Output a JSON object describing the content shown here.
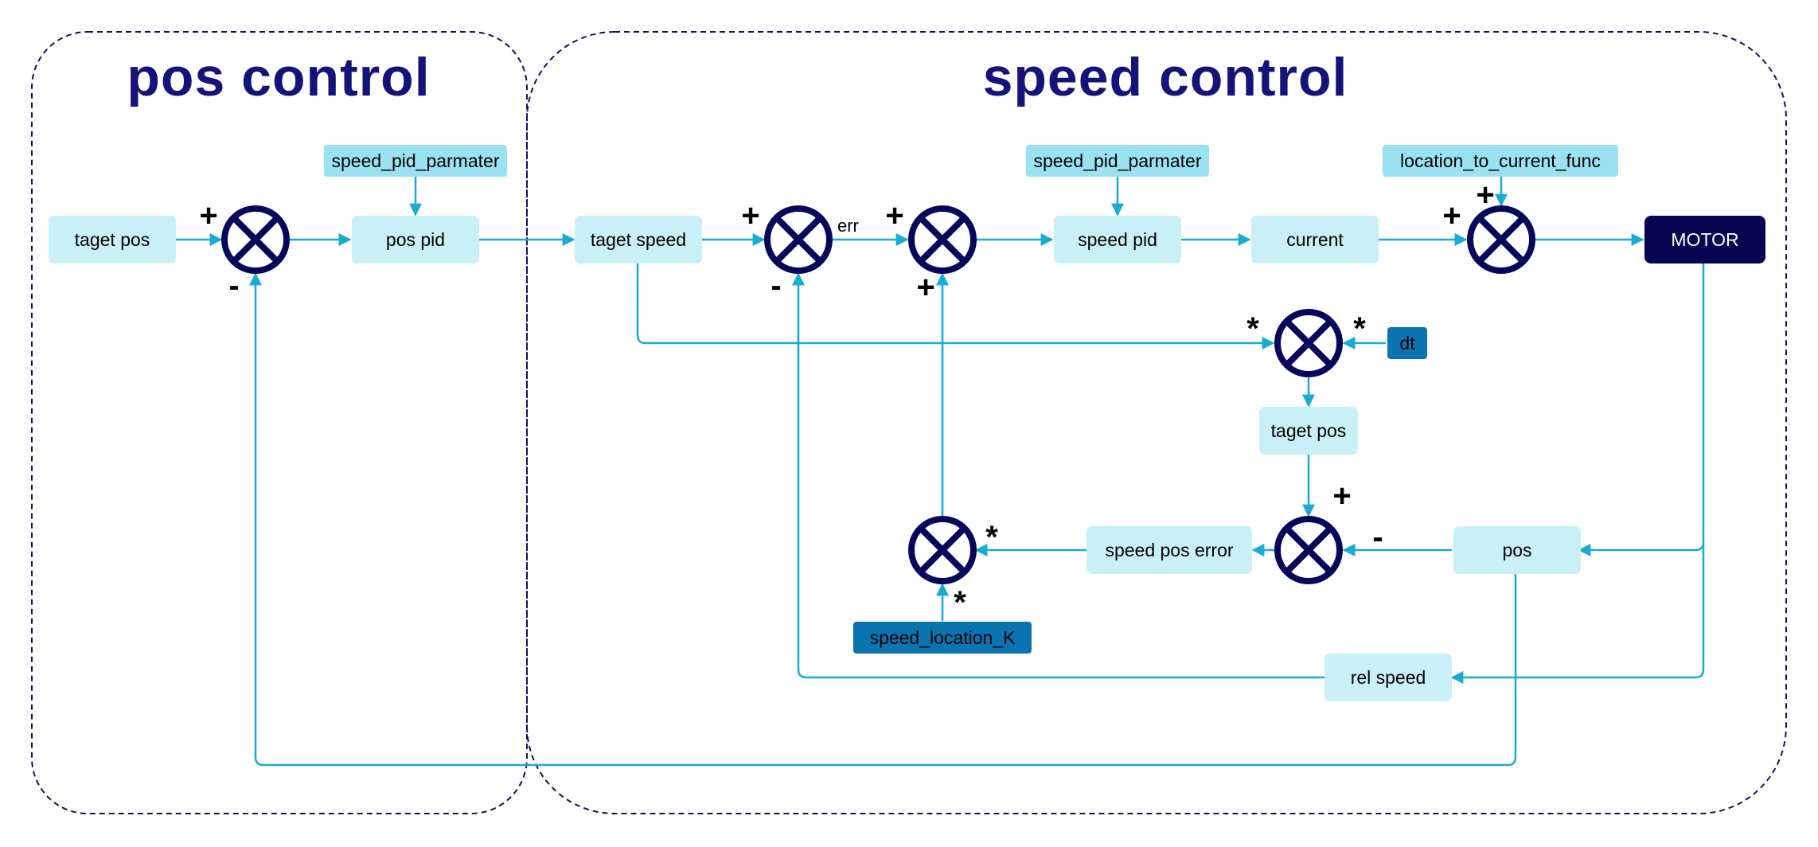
{
  "colors": {
    "line": "#1aabd2",
    "light_box": "#c9eff7",
    "param_box": "#9ae2f1",
    "blue_box": "#0a74b0",
    "dark_box": "#050552",
    "circle": "#06065a",
    "group_border": "#121259",
    "group_title": "#131379",
    "text": "#000000",
    "white_text": "#ffffff"
  },
  "groups": {
    "pos_control": "pos control",
    "speed_control": "speed control"
  },
  "nodes": {
    "taget_pos_input": "taget pos",
    "pos_pid": "pos pid",
    "pos_pid_param": "speed_pid_parmater",
    "taget_speed": "taget speed",
    "speed_pid": "speed pid",
    "speed_pid_param": "speed_pid_parmater",
    "current": "current",
    "location_to_current_func": "location_to_current_func",
    "motor": "MOTOR",
    "dt": "dt",
    "taget_pos_calc": "taget pos",
    "speed_pos_error": "speed pos error",
    "pos": "pos",
    "rel_speed": "rel speed",
    "speed_location_k": "speed_location_K"
  },
  "labels": {
    "err": "err",
    "plus": "+",
    "minus": "-",
    "multiply": "*"
  },
  "icons": {
    "summing_junction": "circle-x-icon",
    "arrow": "arrowhead-icon"
  }
}
